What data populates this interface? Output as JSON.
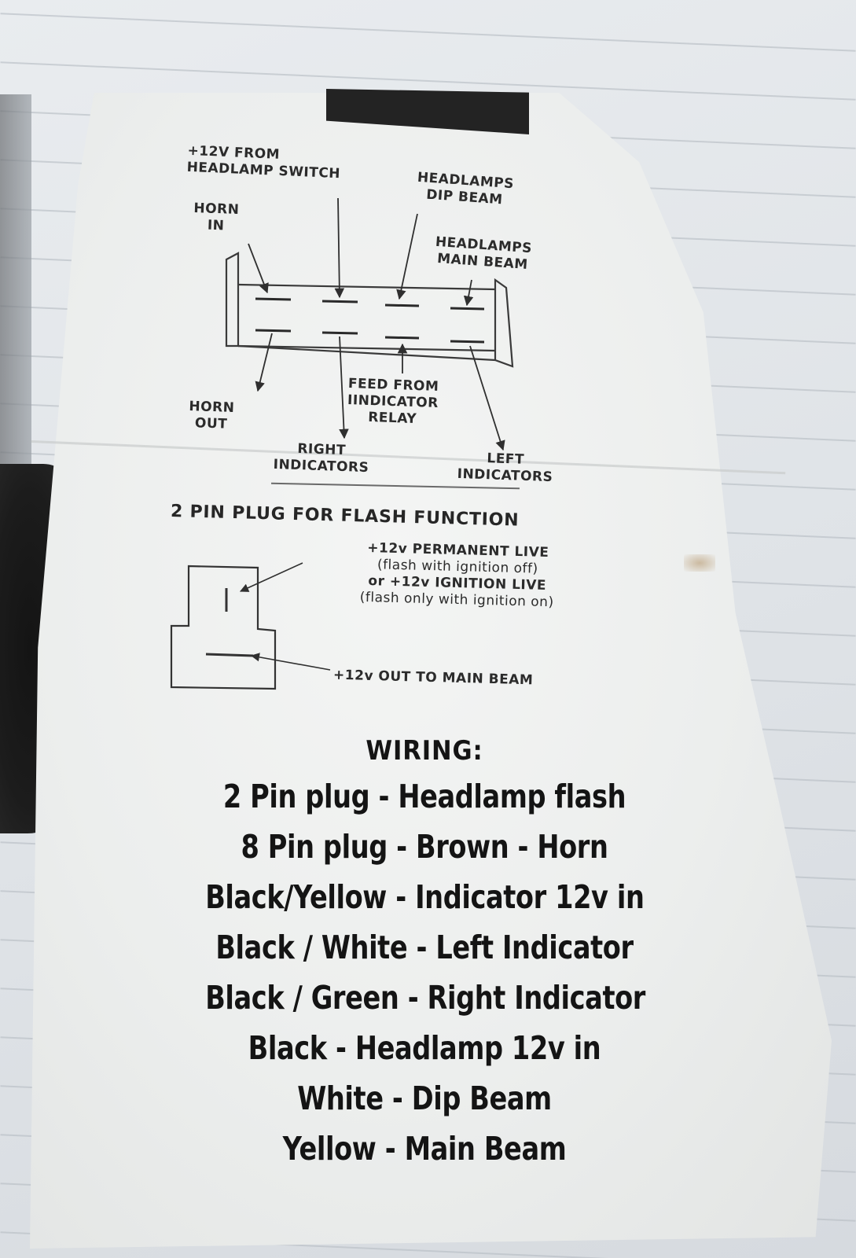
{
  "connector_8pin": {
    "labels": {
      "headlamp_switch": [
        "+12V FROM",
        "HEADLAMP SWITCH"
      ],
      "dip_beam": [
        "HEADLAMPS",
        "DIP BEAM"
      ],
      "horn_in": [
        "HORN",
        "IN"
      ],
      "main_beam": [
        "HEADLAMPS",
        "MAIN BEAM"
      ],
      "feed": [
        "FEED FROM",
        "IINDICATOR",
        "RELAY"
      ],
      "horn_out": [
        "HORN",
        "OUT"
      ],
      "right_ind": [
        "RIGHT",
        "INDICATORS"
      ],
      "left_ind": [
        "LEFT",
        "INDICATORS"
      ]
    }
  },
  "connector_2pin": {
    "title": "2 PIN PLUG FOR FLASH FUNCTION",
    "labels": {
      "live1": "+12v PERMANENT LIVE",
      "live1_note": "(flash with ignition off)",
      "live2": "or +12v IGNITION LIVE",
      "live2_note": "(flash only with ignition on)",
      "out": "+12v OUT TO MAIN BEAM"
    }
  },
  "wiring": {
    "title": "WIRING:",
    "lines": [
      "2 Pin plug - Headlamp flash",
      "8 Pin plug - Brown - Horn",
      "Black/Yellow - Indicator 12v in",
      "Black / White - Left Indicator",
      "Black / Green - Right Indicator",
      "Black - Headlamp 12v in",
      "White - Dip Beam",
      "Yellow - Main Beam"
    ]
  },
  "colors": {
    "sticker": "#eceeed",
    "ink": "#2b2b2b",
    "tape": "#232323",
    "background": "#e1e5e9"
  }
}
